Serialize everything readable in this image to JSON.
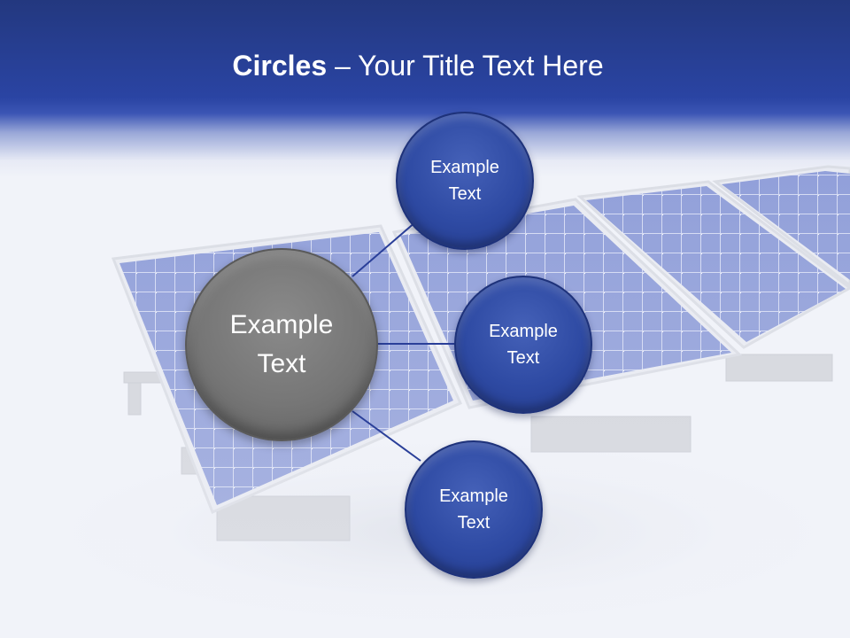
{
  "slide": {
    "title_bold": "Circles",
    "title_rest": " – Your Title Text Here",
    "center_circle": {
      "label": "Example\nText"
    },
    "outer_circles": [
      {
        "label": "Example\nText"
      },
      {
        "label": "Example\nText"
      },
      {
        "label": "Example\nText"
      }
    ]
  },
  "colors": {
    "header": "#2a44a3",
    "circle_blue": "#2e4aa3",
    "circle_grey": "#767676",
    "connector": "#2a3f99",
    "panel_cell": "#5d72c8",
    "panel_frame": "#d9dbe2"
  },
  "icons": {
    "background": "solar-panels-image"
  }
}
